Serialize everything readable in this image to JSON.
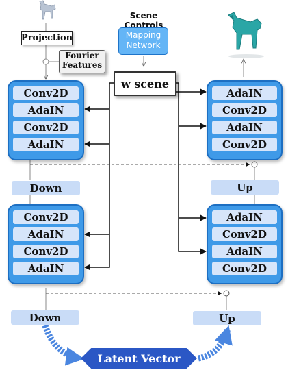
{
  "title": "Scene Controls",
  "inputs": {
    "projection": "Projection",
    "fourier_line1": "Fourier",
    "fourier_line2": "Features",
    "mapping_line1": "Mapping",
    "mapping_line2": "Network",
    "w_scene": "w scene"
  },
  "encoder": {
    "block1": [
      "Conv2D",
      "AdaIN",
      "Conv2D",
      "AdaIN"
    ],
    "down1": "Down",
    "block2": [
      "Conv2D",
      "AdaIN",
      "Conv2D",
      "AdaIN"
    ],
    "down2": "Down"
  },
  "decoder": {
    "block1": [
      "AdaIN",
      "Conv2D",
      "AdaIN",
      "Conv2D"
    ],
    "up1": "Up",
    "block2": [
      "AdaIN",
      "Conv2D",
      "AdaIN",
      "Conv2D"
    ],
    "up2": "Up"
  },
  "latent": "Latent Vector",
  "colors": {
    "block_fill": "#3f9ae8",
    "layer_fill": "#d6e5fa",
    "pill_fill": "#c9dcf7",
    "latent_fill": "#2b57c5",
    "mapping_fill": "#64b5f6",
    "output_model": "#2aa6a6"
  }
}
